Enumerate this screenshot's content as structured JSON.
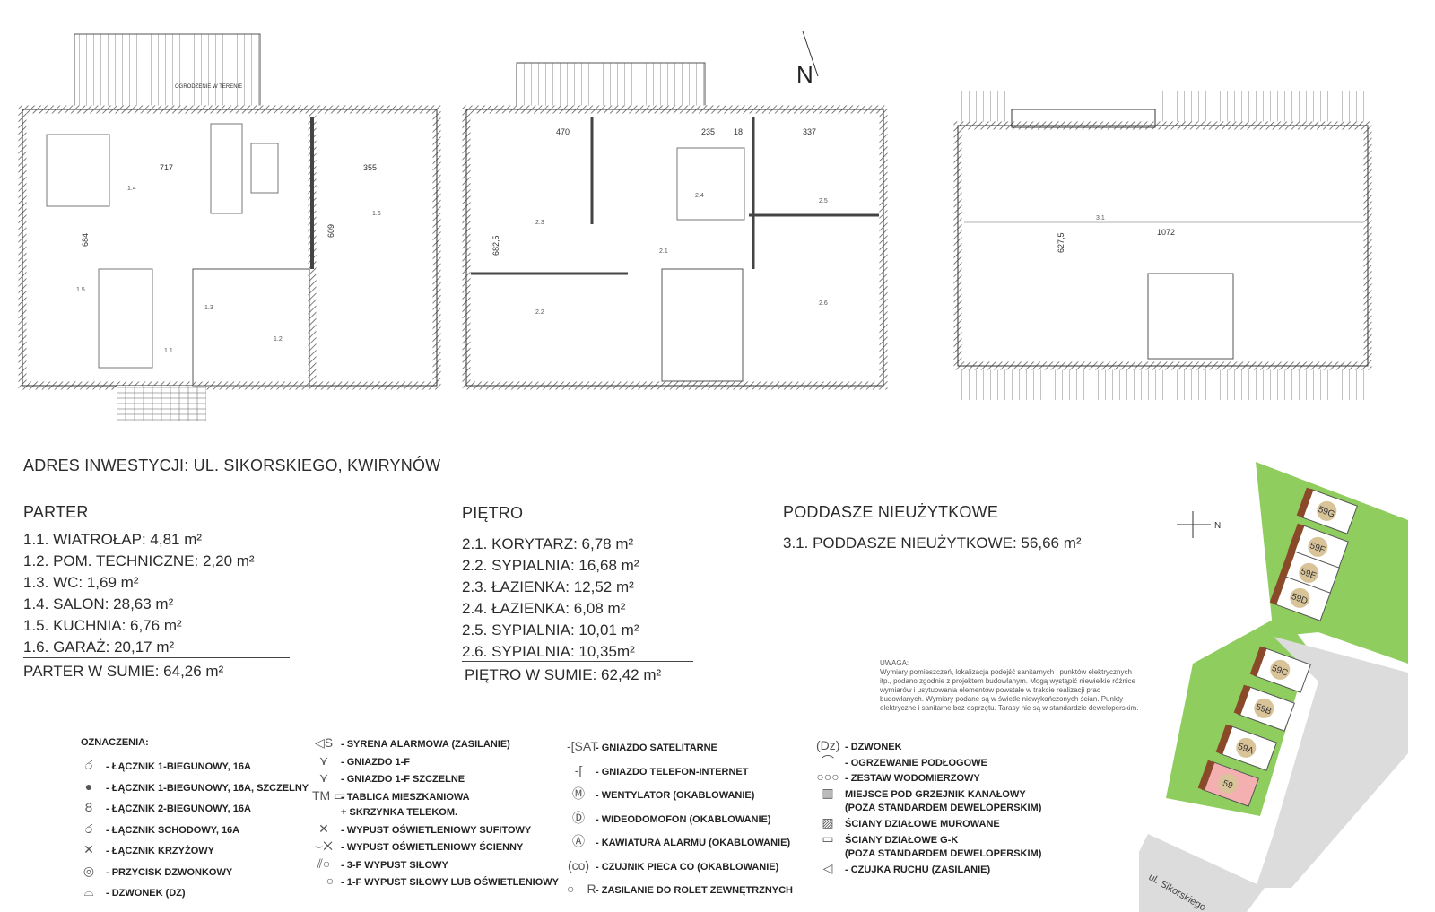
{
  "north_label": "N",
  "plans": {
    "ground": {
      "dims": [
        "717",
        "355",
        "684",
        "609"
      ],
      "rooms": [
        "1.1",
        "1.2",
        "1.3",
        "1.4",
        "1.5",
        "1.6"
      ],
      "terrace_label": "OGRODZENIE W TERENIE"
    },
    "floor": {
      "dims": [
        "470",
        "235",
        "18",
        "337",
        "682,5"
      ],
      "rooms": [
        "2.1",
        "2.2",
        "2.3",
        "2.4",
        "2.5",
        "2.6"
      ]
    },
    "attic": {
      "dims": [
        "1072",
        "627,5"
      ],
      "rooms": [
        "3.1"
      ]
    }
  },
  "address": "ADRES INWESTYCJI: UL. SIKORSKIEGO, KWIRYNÓW",
  "parter": {
    "title": "PARTER",
    "rooms": [
      "1.1. WIATROŁAP: 4,81 m²",
      "1.2. POM. TECHNICZNE: 2,20 m²",
      "1.3. WC: 1,69 m²",
      "1.4. SALON:  28,63 m²",
      "1.5. KUCHNIA: 6,76 m²",
      "1.6. GARAŻ: 20,17 m²"
    ],
    "total": "PARTER W SUMIE: 64,26 m²"
  },
  "pietro": {
    "title": "PIĘTRO",
    "rooms": [
      "2.1. KORYTARZ: 6,78 m²",
      "2.2. SYPIALNIA: 16,68 m²",
      "2.3. ŁAZIENKA:  12,52 m²",
      "2.4. ŁAZIENKA: 6,08 m²",
      "2.5. SYPIALNIA: 10,01 m²",
      "2.6. SYPIALNIA: 10,35m²"
    ],
    "total": "PIĘTRO W SUMIE: 62,42 m²"
  },
  "poddasze": {
    "title": "PODDASZE NIEUŻYTKOWE",
    "rooms": [
      "3.1. PODDASZE NIEUŻYTKOWE: 56,66 m²"
    ]
  },
  "note": {
    "title": "UWAGA:",
    "text": "Wymiary pomieszczeń, lokalizacja podejść sanitarnych i punktów elektrycznych itp., podano zgodnie z projektem budowlanym. Mogą wystąpić niewielkie różnice wymiarów i usytuowania elementów powstałe w trakcie realizacji prac budowlanych. Wymiary podane są w świetle niewykończonych ścian. Punkty elektryczne i sanitarne bez osprzętu. Tarasy nie są w standardzie deweloperskim."
  },
  "legend": {
    "title": "OZNACZENIA:",
    "col1": [
      {
        "sym": "ර",
        "label": "- ŁĄCZNIK 1-BIEGUNOWY, 16A"
      },
      {
        "sym": "●",
        "label": "- ŁĄCZNIK 1-BIEGUNOWY, 16A, SZCZELNY"
      },
      {
        "sym": "Ȣ",
        "label": "- ŁĄCZNIK 2-BIEGUNOWY, 16A"
      },
      {
        "sym": "ර",
        "label": "- ŁĄCZNIK SCHODOWY, 16A"
      },
      {
        "sym": "✕",
        "label": "- ŁĄCZNIK KRZYŻOWY"
      },
      {
        "sym": "◎",
        "label": "- PRZYCISK DZWONKOWY"
      },
      {
        "sym": "⌓",
        "label": "- DZWONEK (DZ)"
      }
    ],
    "col2": [
      {
        "sym": "◁S",
        "label": "- SYRENA ALARMOWA (ZASILANIE)"
      },
      {
        "sym": "⋎",
        "label": "- GNIAZDO 1-F"
      },
      {
        "sym": "⋎",
        "label": "- GNIAZDO 1-F SZCZELNE"
      },
      {
        "sym": "TM ▭",
        "label": "- TABLICA MIESZKANIOWA"
      },
      {
        "sym": "",
        "label": "+ SKRZYNKA TELEKOM."
      },
      {
        "sym": "✕",
        "label": "- WYPUST OŚWIETLENIOWY SUFITOWY"
      },
      {
        "sym": "⌣✕",
        "label": "- WYPUST OŚWIETLENIOWY ŚCIENNY"
      },
      {
        "sym": "⫽○",
        "label": "- 3-F WYPUST SIŁOWY"
      },
      {
        "sym": "—○",
        "label": "- 1-F WYPUST SIŁOWY LUB OŚWIETLENIOWY"
      }
    ],
    "col3": [
      {
        "sym": "-[SAT",
        "label": "- GNIAZDO SATELITARNE"
      },
      {
        "sym": "-[",
        "label": "- GNIAZDO TELEFON-INTERNET"
      },
      {
        "sym": "Ⓜ",
        "label": "- WENTYLATOR (OKABLOWANIE)"
      },
      {
        "sym": "Ⓓ",
        "label": "- WIDEODOMOFON (OKABLOWANIE)"
      },
      {
        "sym": "Ⓐ",
        "label": "- KAWIATURA ALARMU (OKABLOWANIE)"
      },
      {
        "sym": "(co)",
        "label": "- CZUJNIK PIECA CO (OKABLOWANIE)"
      },
      {
        "sym": "○—R",
        "label": "- ZASILANIE DO ROLET ZEWNĘTRZNYCH"
      }
    ],
    "col4": [
      {
        "sym": "(Dz)",
        "label": "- DZWONEK"
      },
      {
        "sym": "⌒",
        "label": "- OGRZEWANIE PODŁOGOWE"
      },
      {
        "sym": "○○○",
        "label": "- ZESTAW WODOMIERZOWY"
      },
      {
        "sym": "▥",
        "label": "MIEJSCE POD GRZEJNIK KANAŁOWY"
      },
      {
        "sym": "",
        "label": "(POZA STANDARDEM DEWELOPERSKIM)"
      },
      {
        "sym": "▨",
        "label": "ŚCIANY DZIAŁOWE MUROWANE"
      },
      {
        "sym": "▭",
        "label": "ŚCIANY DZIAŁOWE G-K"
      },
      {
        "sym": "",
        "label": "(POZA STANDARDEM  DEWELOPERSKIM)"
      },
      {
        "sym": "◁",
        "label": "- CZUJKA RUCHU (ZASILANIE)"
      }
    ]
  },
  "site": {
    "north": "N",
    "street": "ul. Sikorskiego",
    "units": [
      "59G",
      "59F",
      "59E",
      "59D",
      "59C",
      "59B",
      "59A",
      "59"
    ],
    "highlighted": "59",
    "colors": {
      "green": "#8fce5e",
      "highlight": "#e05050",
      "unit": "#d9c49a"
    }
  }
}
